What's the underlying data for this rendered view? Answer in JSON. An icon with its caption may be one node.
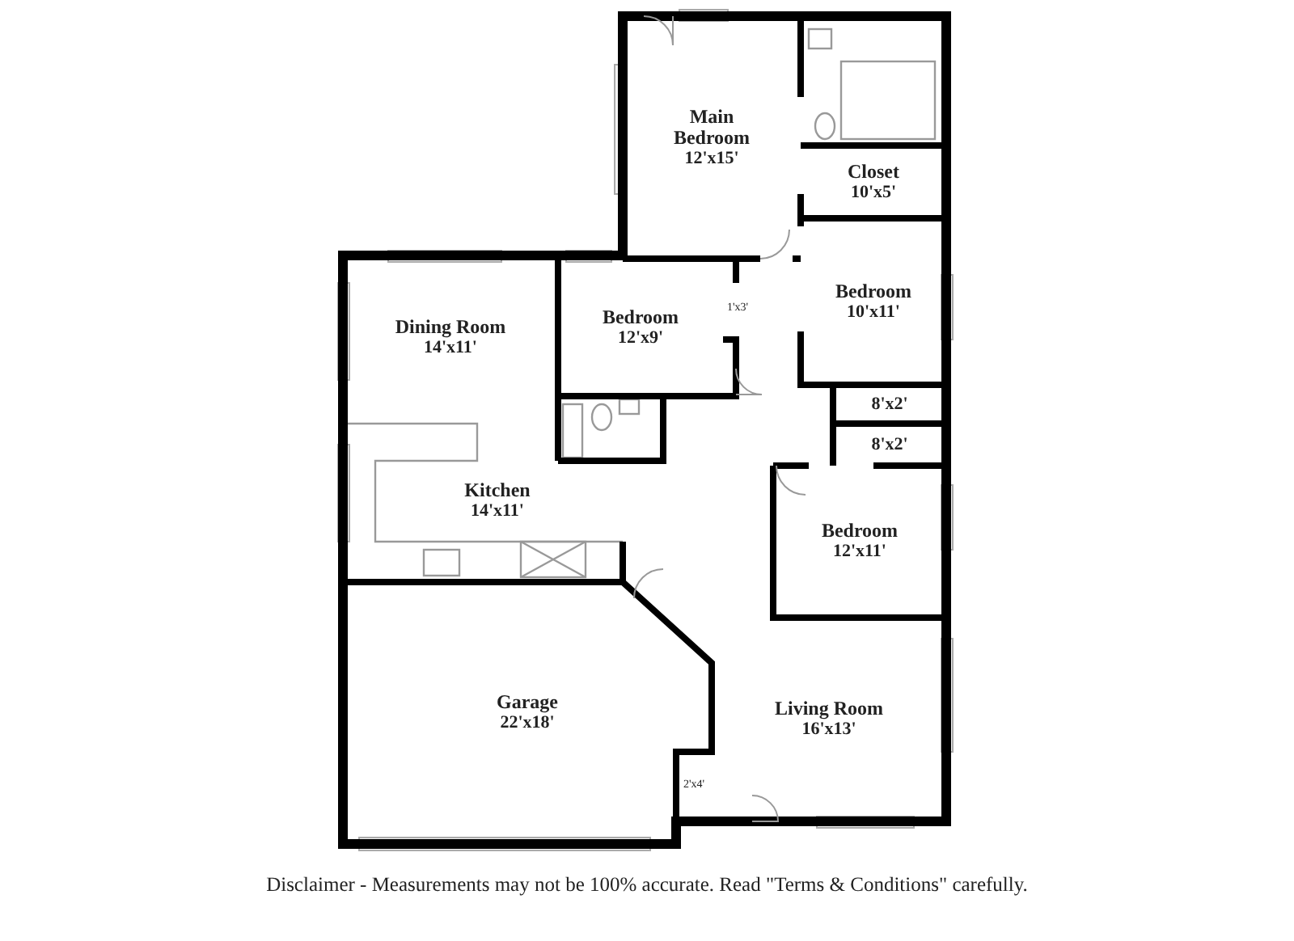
{
  "diagram": {
    "nodes": [
      {
        "text": [
          "Main Bedroom",
          "12'x15'"
        ]
      },
      {
        "text": [
          "Closet",
          "10'x5'"
        ]
      },
      {
        "text": [
          "Dining Room",
          "14'x11'"
        ]
      },
      {
        "text": [
          "Bedroom",
          "12'x9'"
        ]
      },
      {
        "text": [
          "1'x3'"
        ]
      },
      {
        "text": [
          "Bedroom",
          "10'x11'"
        ]
      },
      {
        "text": [
          "8'x2'"
        ]
      },
      {
        "text": [
          "8'x2'"
        ]
      },
      {
        "text": [
          "Kitchen",
          "14'x11'"
        ]
      },
      {
        "text": [
          "Bedroom",
          "12'x11'"
        ]
      },
      {
        "text": [
          "Garage",
          "22'x18'"
        ]
      },
      {
        "text": [
          "Living Room",
          "16'x13'"
        ]
      },
      {
        "text": [
          "2'x4'"
        ]
      }
    ],
    "labels": [
      "Disclaimer - Measurements may not be 100% accurate. Read \"Terms & Conditions\" carefully."
    ]
  }
}
